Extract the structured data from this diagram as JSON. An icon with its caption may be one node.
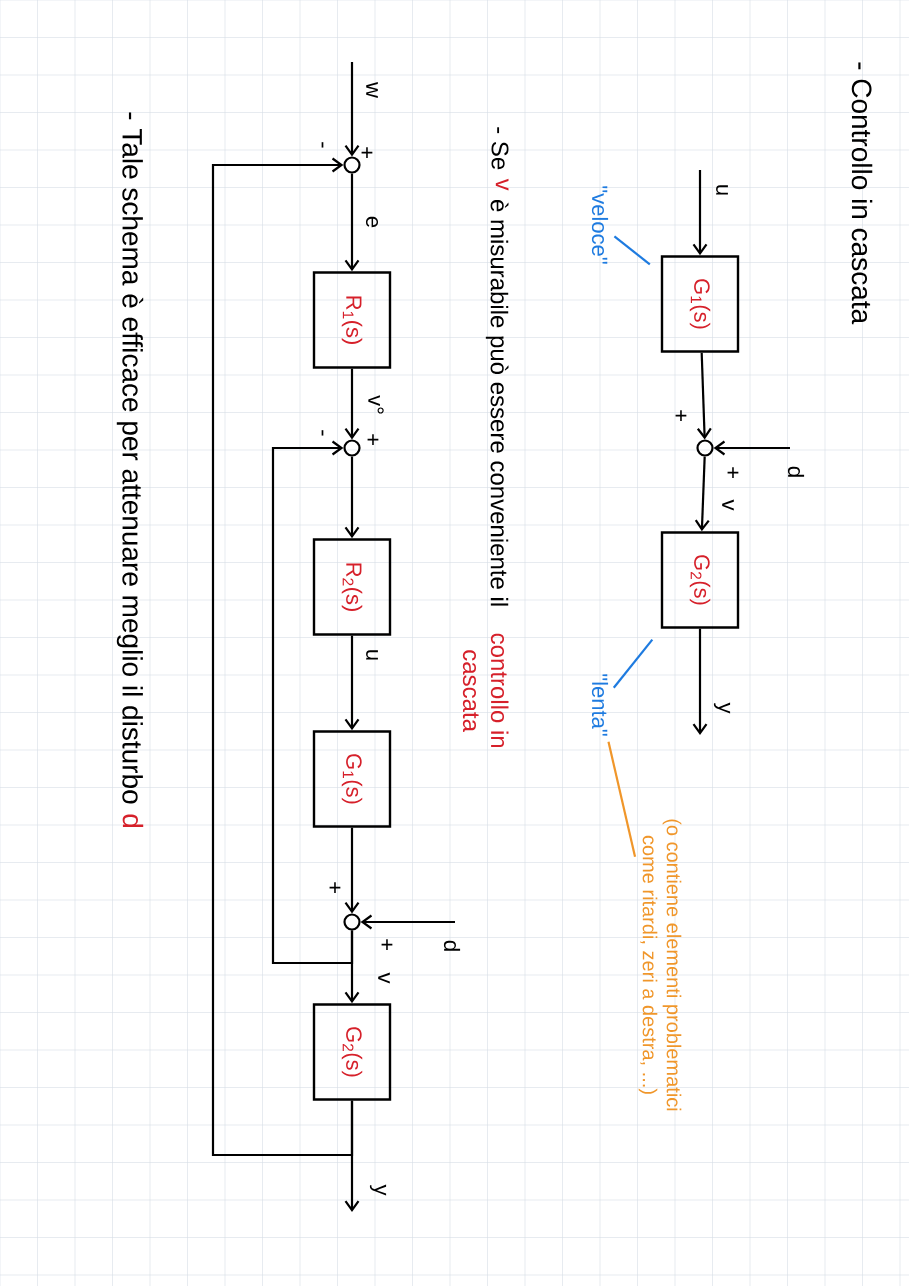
{
  "diagram": {
    "title": "- Controllo in cascata",
    "nodes": [
      {
        "text": [
          "G$_{1}$(s)"
        ]
      },
      {
        "text": [],
        "shape": "circle"
      },
      {
        "text": [
          "G$_{2}$(s)"
        ]
      },
      {
        "text": [],
        "shape": "circle"
      },
      {
        "text": [
          "R$_{1}$(s)"
        ]
      },
      {
        "text": [],
        "shape": "circle"
      },
      {
        "text": [
          "R$_{2}$(s)"
        ]
      },
      {
        "text": [
          "G$_{1}$(s)"
        ]
      },
      {
        "text": [],
        "shape": "circle"
      },
      {
        "text": [
          "G$_{2}$(s)"
        ]
      },
      {
        "text": [
          "\"veloce\""
        ]
      },
      {
        "text": [
          "\"lenta\""
        ]
      },
      {
        "text": [
          "(o contiene elementi problematici come ritardi, zeri a destra, ...)"
        ]
      }
    ],
    "edges": [
      {
        "from": null,
        "to": 0,
        "arrow": "to",
        "label": "u"
      },
      {
        "from": 0,
        "to": 1,
        "arrow": "to"
      },
      {
        "from": null,
        "to": 1,
        "arrow": "to",
        "label": "d"
      },
      {
        "from": 1,
        "to": 2,
        "arrow": "to",
        "label": "v"
      },
      {
        "from": 2,
        "to": null,
        "arrow": "to",
        "label": "y"
      },
      {
        "from": 10,
        "to": 0,
        "arrow": "none",
        "color": "#1e7be0"
      },
      {
        "from": 11,
        "to": 2,
        "arrow": "none",
        "color": "#1e7be0"
      },
      {
        "from": 12,
        "to": 11,
        "arrow": "none",
        "color": "#f0962a"
      },
      {
        "from": null,
        "to": 3,
        "arrow": "to",
        "label": "w"
      },
      {
        "from": 3,
        "to": 4,
        "arrow": "to",
        "label": "e"
      },
      {
        "from": 4,
        "to": 5,
        "arrow": "to",
        "label": "v°"
      },
      {
        "from": 5,
        "to": 6,
        "arrow": "to"
      },
      {
        "from": 6,
        "to": 7,
        "arrow": "to",
        "label": "u"
      },
      {
        "from": 7,
        "to": 8,
        "arrow": "to"
      },
      {
        "from": null,
        "to": 8,
        "arrow": "to",
        "label": "d"
      },
      {
        "from": 8,
        "to": 9,
        "arrow": "to",
        "label": "v"
      },
      {
        "from": 9,
        "to": null,
        "arrow": "to",
        "label": "y"
      },
      {
        "from": 9,
        "to": 3,
        "arrow": "to"
      },
      {
        "from": 8,
        "to": 5,
        "arrow": "to"
      }
    ],
    "labels": [
      "- Se",
      "v",
      "è misurabile può essere conveniente il",
      "controllo in cascata",
      "- Tale schema è efficace per attenuare meglio il disturbo",
      "d",
      "+",
      "+",
      "-",
      "+",
      "-",
      "+",
      "+",
      "+"
    ]
  }
}
